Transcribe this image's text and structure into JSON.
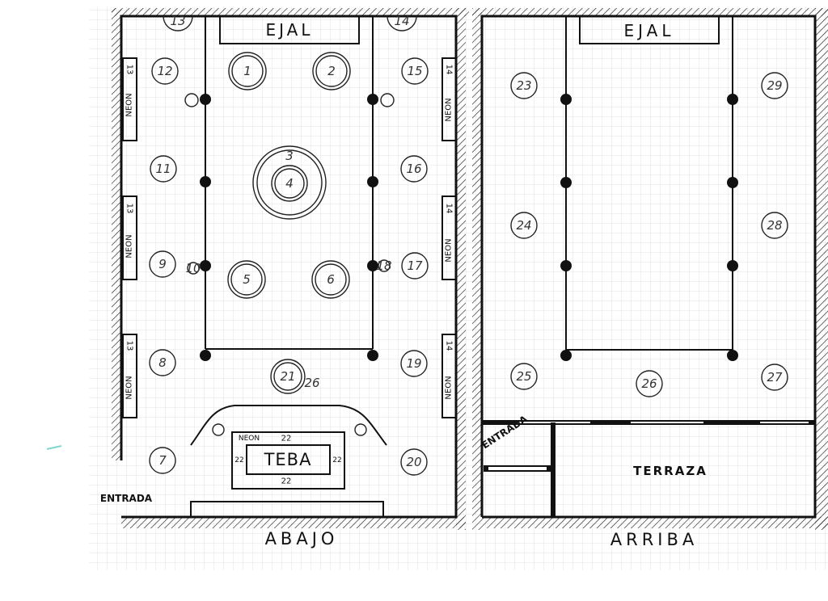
{
  "plans": {
    "abajo": "ABAJO",
    "arriba": "ARRIBA"
  },
  "labels": {
    "ejal": "EJAL",
    "teba": "TEBA",
    "terraza": "TERRAZA",
    "entrada": "ENTRADA",
    "neon": "NEON"
  },
  "neon_numbers": {
    "left": "13",
    "right": "14",
    "teba": "22"
  },
  "lights": {
    "abajo": [
      "1",
      "2",
      "3",
      "4",
      "5",
      "6",
      "7",
      "8",
      "9",
      "10",
      "11",
      "12",
      "13",
      "14",
      "15",
      "16",
      "17",
      "18",
      "19",
      "20",
      "21",
      "26"
    ],
    "arriba": [
      "23",
      "24",
      "25",
      "26",
      "27",
      "28",
      "29"
    ]
  }
}
